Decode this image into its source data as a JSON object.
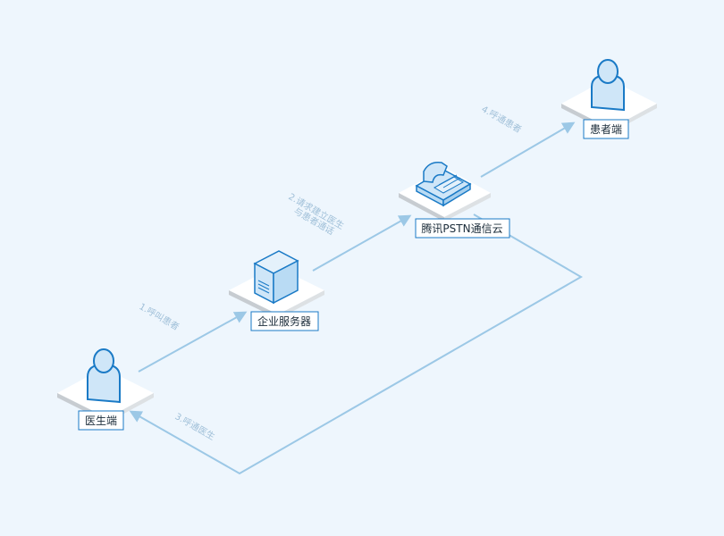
{
  "nodes": {
    "doctor": {
      "label": "医生端"
    },
    "server": {
      "label": "企业服务器"
    },
    "cloud": {
      "label": "腾讯PSTN通信云"
    },
    "patient": {
      "label": "患者端"
    }
  },
  "edges": {
    "e1": {
      "label": "1.呼叫患者"
    },
    "e2": {
      "line1": "2.请求建立医生",
      "line2": "与患者通话"
    },
    "e3": {
      "label": "3.呼通医生"
    },
    "e4": {
      "label": "4.呼通患者"
    }
  },
  "colors": {
    "background": "#eef6fd",
    "line": "#9cc8e6",
    "accent": "#1a7ac6",
    "icon_fill": "#cfe6f8",
    "platform_top": "#ffffff",
    "platform_side": "#cfd4d8",
    "label_border": "#1a7ac6"
  }
}
